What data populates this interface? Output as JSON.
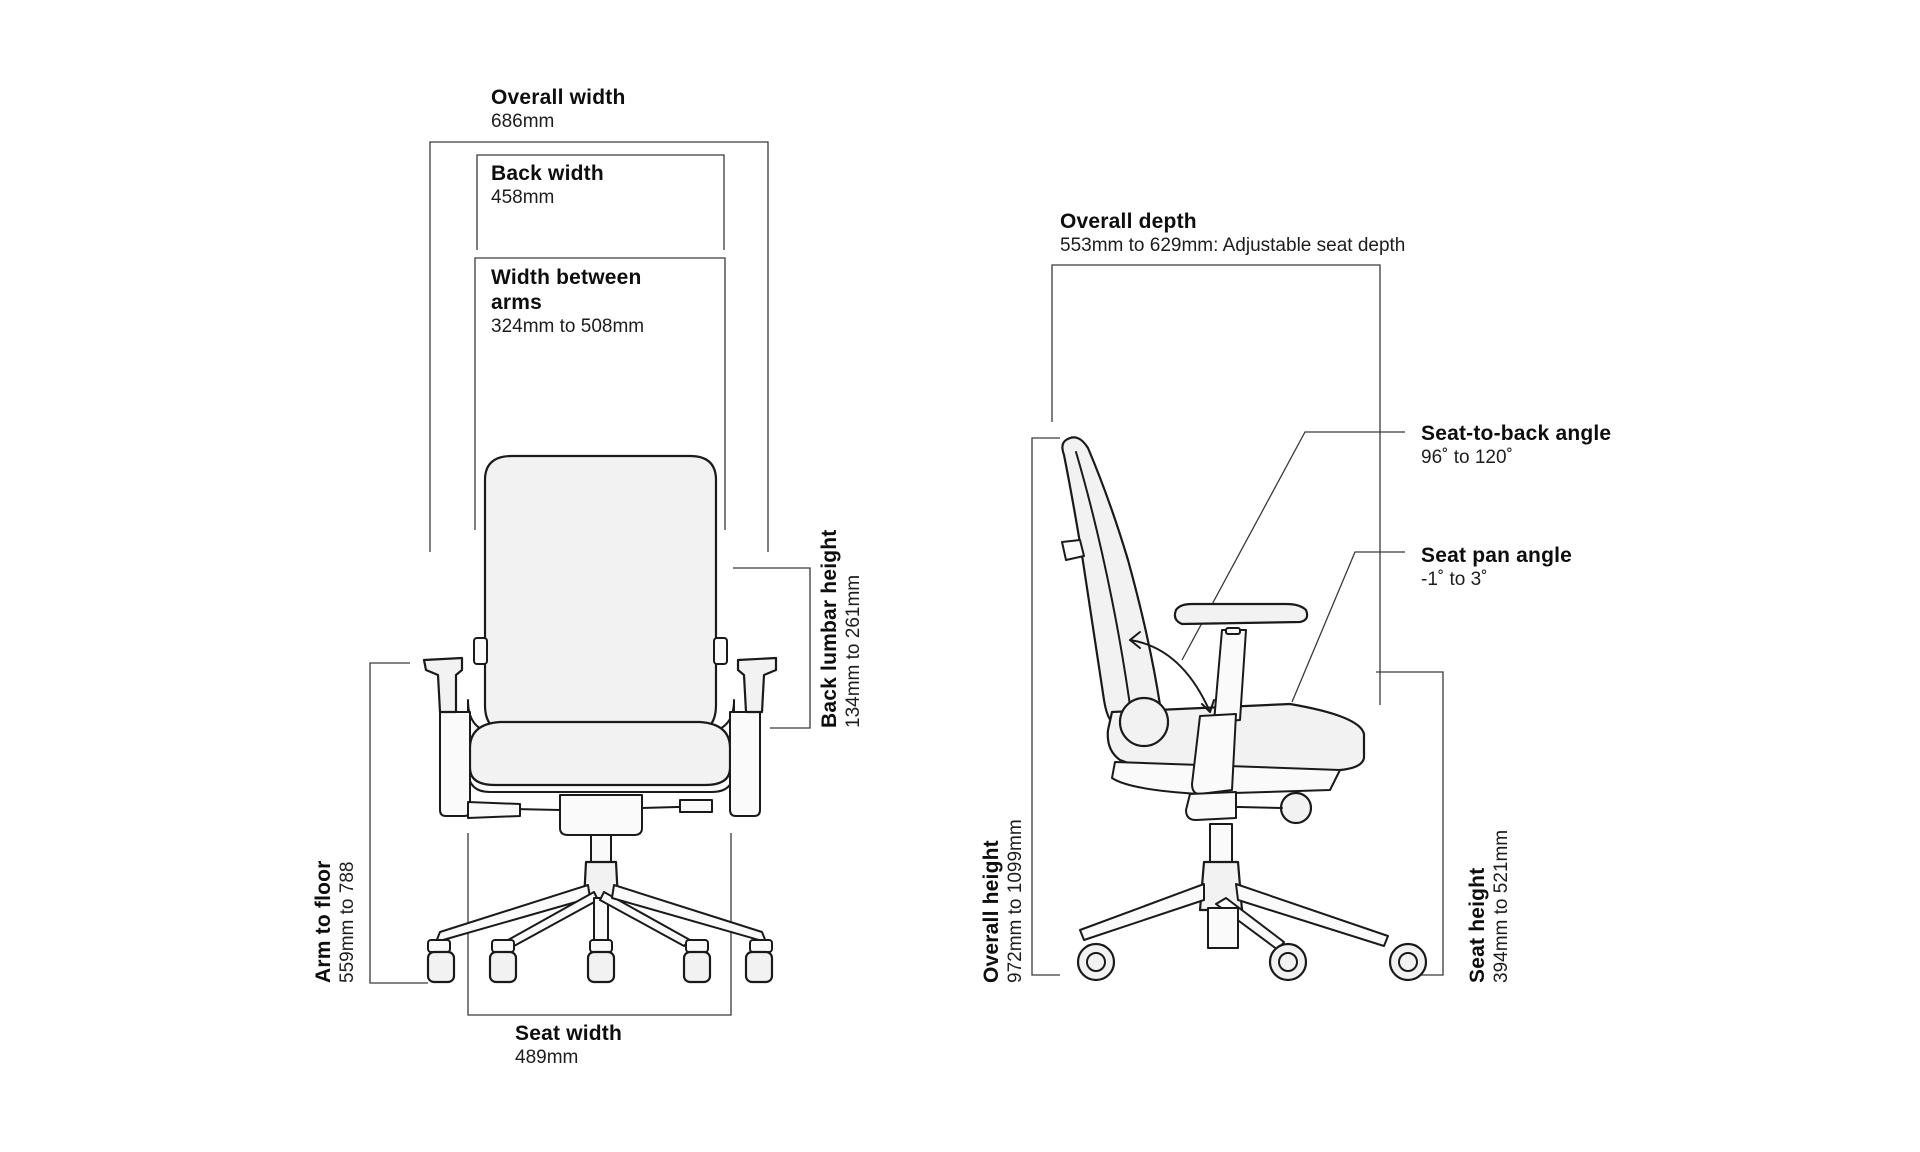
{
  "front_view": {
    "overall_width": {
      "title": "Overall width",
      "value": "686mm"
    },
    "back_width": {
      "title": "Back width",
      "value": "458mm"
    },
    "width_between_arms": {
      "title": "Width  between",
      "title2": "arms",
      "value": "324mm to 508mm"
    },
    "back_lumbar_height": {
      "title": "Back lumbar height",
      "value": "134mm to 261mm"
    },
    "arm_to_floor": {
      "title": "Arm to floor",
      "value": "559mm to 788"
    },
    "seat_width": {
      "title": "Seat width",
      "value": "489mm"
    }
  },
  "side_view": {
    "overall_depth": {
      "title": "Overall depth",
      "value": "553mm to 629mm: Adjustable seat depth"
    },
    "seat_to_back_angle": {
      "title": "Seat-to-back angle",
      "value": "96˚ to 120˚"
    },
    "seat_pan_angle": {
      "title": "Seat pan angle",
      "value": "-1˚ to 3˚"
    },
    "overall_height": {
      "title": "Overall height",
      "value": "972mm to 1099mm"
    },
    "seat_height": {
      "title": "Seat height",
      "value": "394mm to 521mm"
    }
  },
  "colors": {
    "line": "#3a3a3a",
    "chair_fill": "#f2f2f2",
    "text": "#111111"
  }
}
